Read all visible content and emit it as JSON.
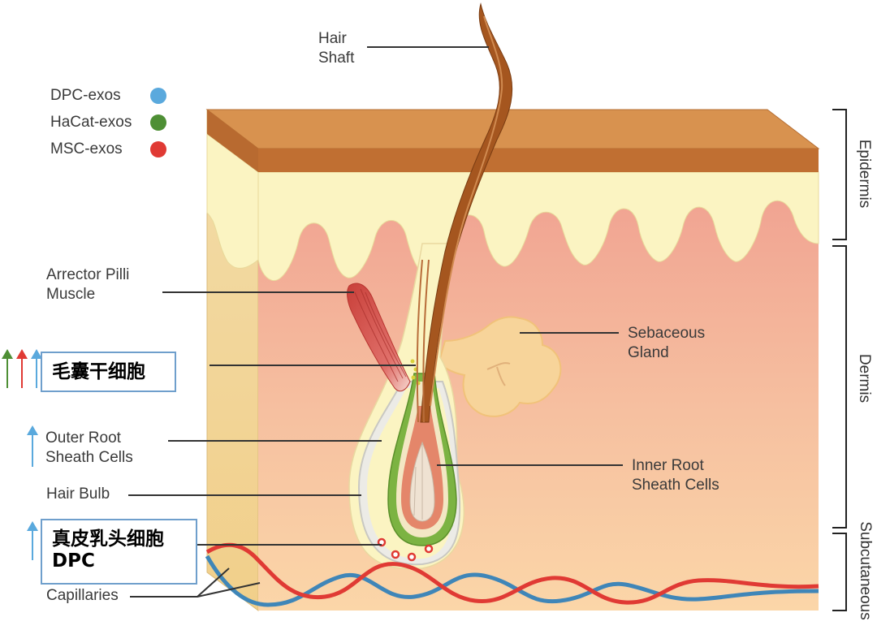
{
  "legend": [
    {
      "label": "DPC-exos",
      "color": "#5aa9dd"
    },
    {
      "label": "HaCat-exos",
      "color": "#4e8f35"
    },
    {
      "label": "MSC-exos",
      "color": "#e03a34"
    }
  ],
  "labels": {
    "hair_shaft": [
      "Hair",
      "Shaft"
    ],
    "arrector_pili": [
      "Arrector Pilli",
      "Muscle"
    ],
    "follicle_stem_cells": "毛囊干细胞",
    "outer_root_sheath": [
      "Outer Root",
      "Sheath Cells"
    ],
    "hair_bulb": "Hair Bulb",
    "dpc": [
      "真皮乳头细胞",
      "DPC"
    ],
    "capillaries": "Capillaries",
    "sebaceous_gland": [
      "Sebaceous",
      "Gland"
    ],
    "inner_root_sheath": [
      "Inner Root",
      "Sheath Cells"
    ]
  },
  "layers": {
    "epidermis": "Epidermis",
    "dermis": "Dermis",
    "subcutaneous": "Subcutaneous"
  },
  "colors": {
    "blue_arrow": "#5aa9dd",
    "green_arrow": "#4e8f35",
    "red_arrow": "#e03a34",
    "callout_border": "#6f9fcc"
  }
}
